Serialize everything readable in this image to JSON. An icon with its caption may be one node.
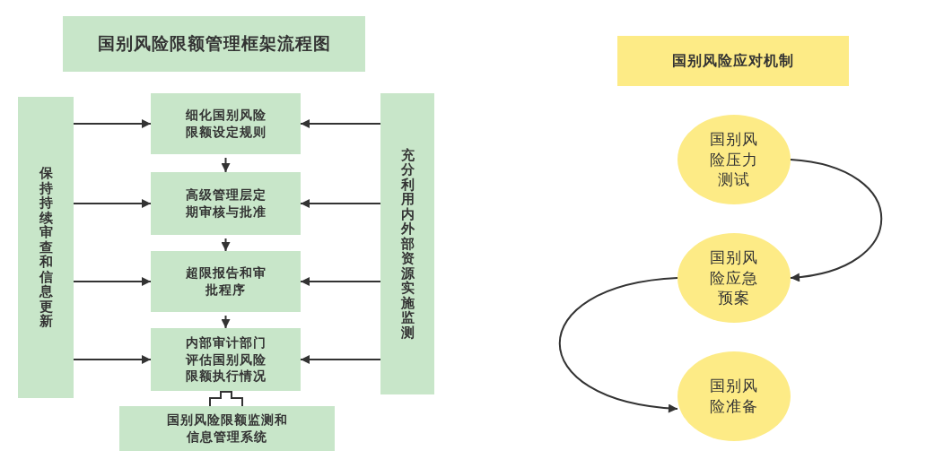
{
  "diagram": {
    "nodes": [
      {
        "text": [
          "国别风险限额管理框架流程图"
        ]
      },
      {
        "text": [
          "保持持续审查和信息更新"
        ]
      },
      {
        "text": [
          "细化国别风险限额设定规则"
        ]
      },
      {
        "text": [
          "高级管理层定期审核与批准"
        ]
      },
      {
        "text": [
          "超限报告和审批程序"
        ]
      },
      {
        "text": [
          "内部审计部门评估国别风险限额执行情况"
        ]
      },
      {
        "text": [
          "充分利用内外部资源实施监测"
        ]
      },
      {
        "text": [
          "国别风险限额监测和信息管理系统"
        ]
      },
      {
        "text": [
          "国别风险应对机制"
        ]
      },
      {
        "text": [
          "国别风险压力测试"
        ]
      },
      {
        "text": [
          "国别风险应急预案"
        ]
      },
      {
        "text": [
          "国别风险准备"
        ]
      }
    ],
    "edges": [
      {
        "from": 1,
        "to": 2,
        "arrow": "to"
      },
      {
        "from": 1,
        "to": 3,
        "arrow": "to"
      },
      {
        "from": 1,
        "to": 4,
        "arrow": "to"
      },
      {
        "from": 1,
        "to": 5,
        "arrow": "to"
      },
      {
        "from": 6,
        "to": 2,
        "arrow": "to"
      },
      {
        "from": 6,
        "to": 3,
        "arrow": "to"
      },
      {
        "from": 6,
        "to": 4,
        "arrow": "to"
      },
      {
        "from": 6,
        "to": 5,
        "arrow": "to"
      },
      {
        "from": 2,
        "to": 3,
        "arrow": "to"
      },
      {
        "from": 3,
        "to": 4,
        "arrow": "to"
      },
      {
        "from": 4,
        "to": 5,
        "arrow": "to"
      },
      {
        "from": 9,
        "to": 10,
        "arrow": "to"
      },
      {
        "from": 10,
        "to": 11,
        "arrow": "to"
      }
    ]
  }
}
